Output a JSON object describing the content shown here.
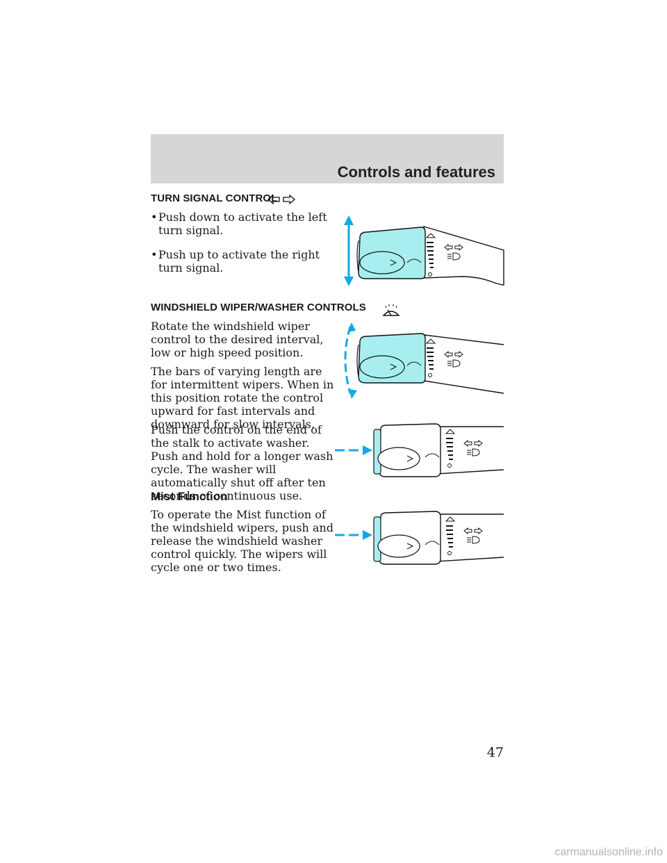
{
  "header": {
    "title": "Controls and features"
  },
  "turn_signal": {
    "heading": "TURN SIGNAL CONTROL",
    "bullet_char": "•",
    "bullets": [
      "Push down to activate the left turn signal.",
      "Push up to activate the right turn signal."
    ]
  },
  "wiper": {
    "heading": "WINDSHIELD WIPER/WASHER CONTROLS",
    "paragraphs": [
      "Rotate the windshield wiper control to the desired interval, low or high speed position.",
      "The bars of varying length are for intermittent wipers. When in this position rotate the control upward for fast intervals and downward for slow intervals.",
      "Push the control on the end of the stalk to activate washer. Push and hold for a longer wash cycle. The washer will automatically shut off after ten seconds of continuous use."
    ]
  },
  "mist": {
    "heading": "Mist Function",
    "paragraph": "To operate the Mist function of the windshield wipers, push and release the windshield washer control quickly. The wipers will cycle one or two times."
  },
  "page_number": "47",
  "watermark": "carmanualsonline.info",
  "colors": {
    "stalk_fill": "#a8eef0",
    "arrow": "#11a9e6",
    "header_band": "#d6d6d6"
  }
}
